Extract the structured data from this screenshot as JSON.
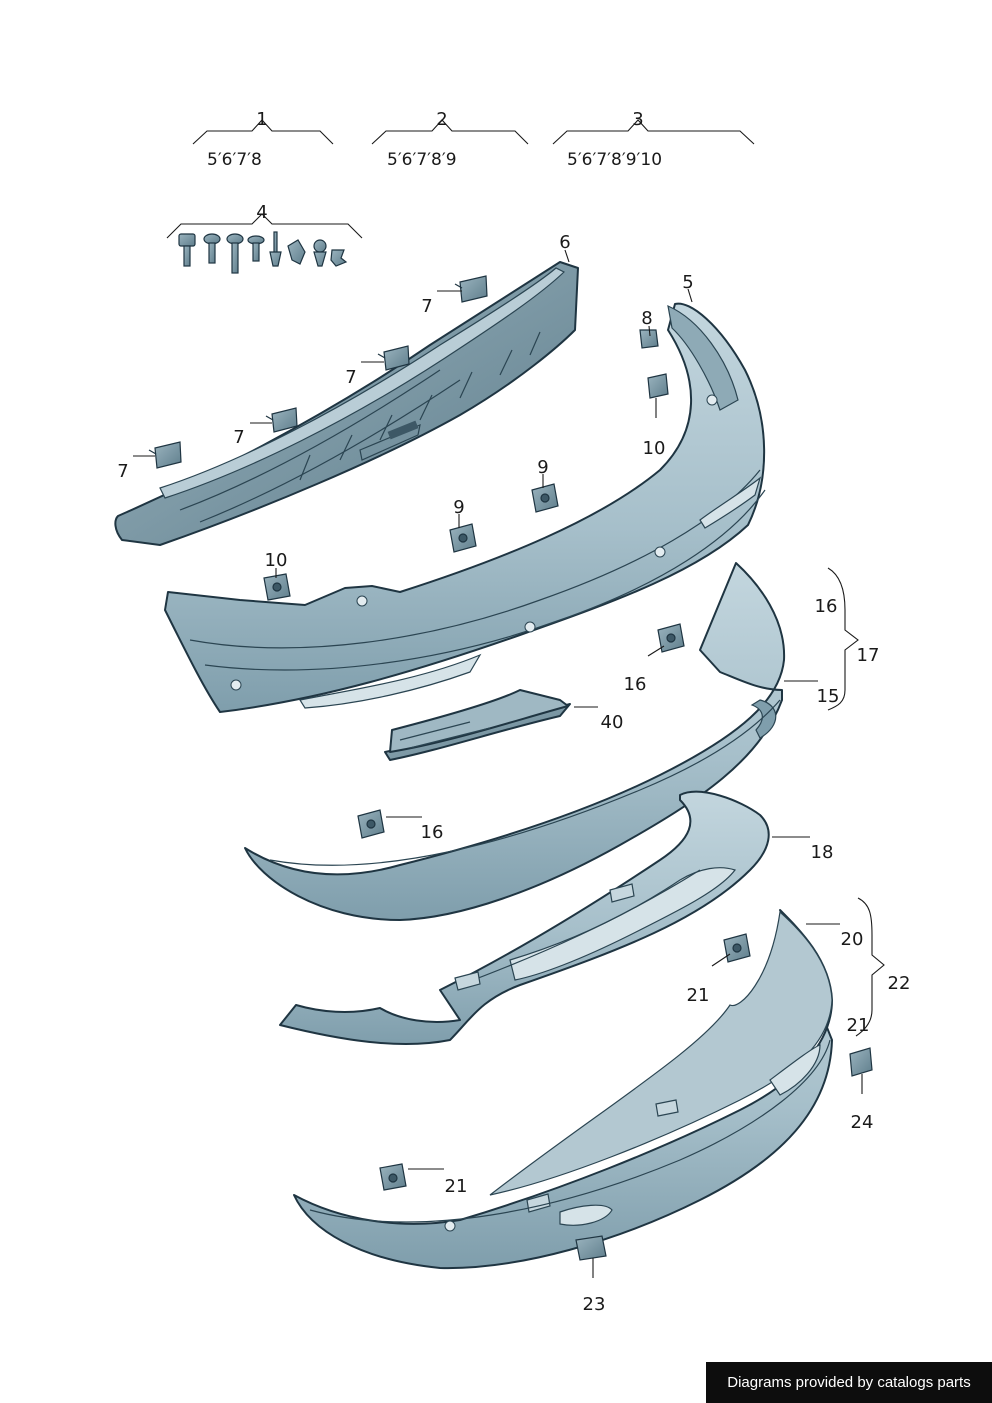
{
  "diagram": {
    "type": "exploded parts diagram",
    "part_fill": "#a9c2cd",
    "part_fill_dark": "#6f8e9c",
    "outline_color": "#1f3542",
    "groups": [
      {
        "number": "1",
        "members": "5′6′7′8"
      },
      {
        "number": "2",
        "members": "5′6′7′8′9"
      },
      {
        "number": "3",
        "members": "5′6′7′8′9′10"
      },
      {
        "number": "4"
      }
    ],
    "labels": {
      "p5": "5",
      "p6": "6",
      "p7a": "7",
      "p7b": "7",
      "p7c": "7",
      "p7d": "7",
      "p8": "8",
      "p9a": "9",
      "p9b": "9",
      "p10a": "10",
      "p10b": "10",
      "p15": "15",
      "p16a": "16",
      "p16b": "16",
      "p16c": "16",
      "p17": "17",
      "p18": "18",
      "p20": "20",
      "p21a": "21",
      "p21b": "21",
      "p21c": "21",
      "p22": "22",
      "p23": "23",
      "p24": "24",
      "p40": "40"
    }
  },
  "footer": {
    "credit": "Diagrams provided by catalogs parts"
  }
}
